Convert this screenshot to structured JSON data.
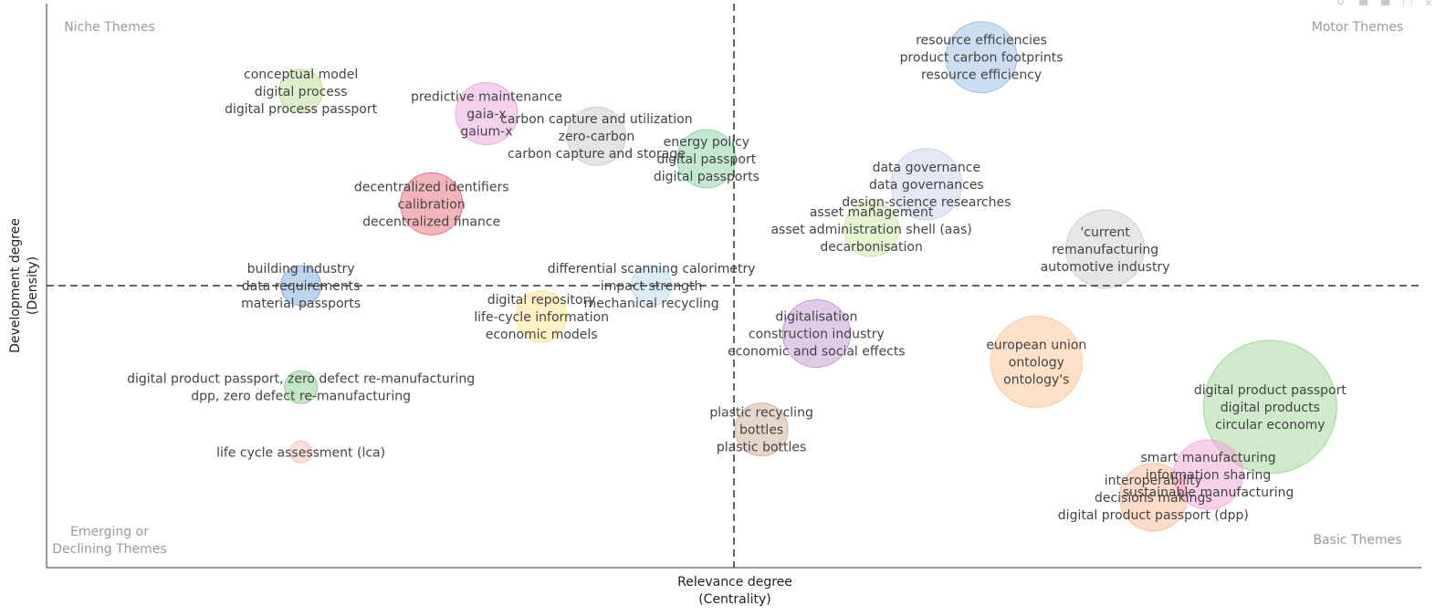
{
  "chart_data": {
    "type": "scatter",
    "title": "",
    "xlabel": [
      "Relevance degree",
      "(Centrality)"
    ],
    "ylabel": [
      "Development degree",
      "(Density)"
    ],
    "grid": false,
    "quadrants": {
      "top_left": [
        "Niche Themes"
      ],
      "top_right": [
        "Motor Themes"
      ],
      "bottom_left": [
        "Emerging or",
        "Declining Themes"
      ],
      "bottom_right": [
        "Basic Themes"
      ]
    },
    "reference_lines": {
      "x": 0.5,
      "y": 0.5
    },
    "xlim": [
      0,
      1
    ],
    "ylim": [
      0,
      1
    ],
    "series": [
      {
        "x": 0.185,
        "y": 0.845,
        "size": 24,
        "color": "#b9d98a",
        "labels": [
          "conceptual model",
          "digital process",
          "digital process passport"
        ]
      },
      {
        "x": 0.32,
        "y": 0.805,
        "size": 34,
        "color": "#e79bd6",
        "labels": [
          "predictive maintenance",
          "gaia-x",
          "gaium-x"
        ]
      },
      {
        "x": 0.4,
        "y": 0.765,
        "size": 32,
        "color": "#c4c4c4",
        "labels": [
          "carbon capture and utilization",
          "zero-carbon",
          "carbon capture and storage"
        ]
      },
      {
        "x": 0.48,
        "y": 0.725,
        "size": 32,
        "color": "#7fcc9c",
        "labels": [
          "energy policy",
          "digital passport",
          "digital passports"
        ]
      },
      {
        "x": 0.28,
        "y": 0.645,
        "size": 34,
        "color": "#e25b6a",
        "labels": [
          "decentralized identifiers",
          "calibration",
          "decentralized finance"
        ]
      },
      {
        "x": 0.185,
        "y": 0.5,
        "size": 22,
        "color": "#6f9fd8",
        "labels": [
          "building industry",
          "data requirements",
          "material passports"
        ]
      },
      {
        "x": 0.44,
        "y": 0.5,
        "size": 22,
        "color": "#b0d4ec",
        "labels": [
          "differential scanning calorimetry",
          "impact strength",
          "mechanical recycling"
        ]
      },
      {
        "x": 0.36,
        "y": 0.445,
        "size": 28,
        "color": "#ffe07a",
        "labels": [
          "digital repository",
          "life-cycle information",
          "economic models"
        ]
      },
      {
        "x": 0.185,
        "y": 0.32,
        "size": 18,
        "color": "#7cc77a",
        "labels": [
          "digital product passport, zero defect re-manufacturing",
          "dpp, zero defect re-manufacturing"
        ]
      },
      {
        "x": 0.185,
        "y": 0.205,
        "size": 12,
        "color": "#f6b7b7",
        "labels": [
          "life cycle assessment (lca)"
        ]
      },
      {
        "x": 0.68,
        "y": 0.905,
        "size": 39,
        "color": "#8fb5dd",
        "labels": [
          "resource efficiencies",
          "product carbon footprints",
          "resource efficiency"
        ]
      },
      {
        "x": 0.64,
        "y": 0.68,
        "size": 39,
        "color": "#c3cce8",
        "labels": [
          "data governance",
          "data governances",
          "design-science researches"
        ]
      },
      {
        "x": 0.6,
        "y": 0.6,
        "size": 30,
        "color": "#c7e59a",
        "labels": [
          "asset management",
          "asset administration shell (aas)",
          "decarbonisation"
        ]
      },
      {
        "x": 0.77,
        "y": 0.565,
        "size": 43,
        "color": "#c8c8c8",
        "labels": [
          "'current",
          "remanufacturing",
          "automotive industry"
        ]
      },
      {
        "x": 0.56,
        "y": 0.415,
        "size": 37,
        "color": "#b889cc",
        "labels": [
          "digitalisation",
          "construction industry",
          "economic and social effects"
        ]
      },
      {
        "x": 0.72,
        "y": 0.365,
        "size": 50,
        "color": "#ffbb85",
        "labels": [
          "european union",
          "ontology",
          "ontology's"
        ]
      },
      {
        "x": 0.52,
        "y": 0.245,
        "size": 29,
        "color": "#c9a38f",
        "labels": [
          "plastic recycling",
          "bottles",
          "plastic bottles"
        ]
      },
      {
        "x": 0.89,
        "y": 0.285,
        "size": 73,
        "color": "#93d18a",
        "labels": [
          "digital product passport",
          "digital products",
          "circular economy"
        ]
      },
      {
        "x": 0.805,
        "y": 0.125,
        "size": 37,
        "color": "#ffb08a",
        "labels": [
          "interoperability",
          "decisions makings",
          "digital product passport (dpp)"
        ]
      },
      {
        "x": 0.845,
        "y": 0.165,
        "size": 38,
        "color": "#f59ad2",
        "labels": [
          "smart manufacturing",
          "information sharing",
          "sustainable manufacturing"
        ]
      }
    ]
  }
}
